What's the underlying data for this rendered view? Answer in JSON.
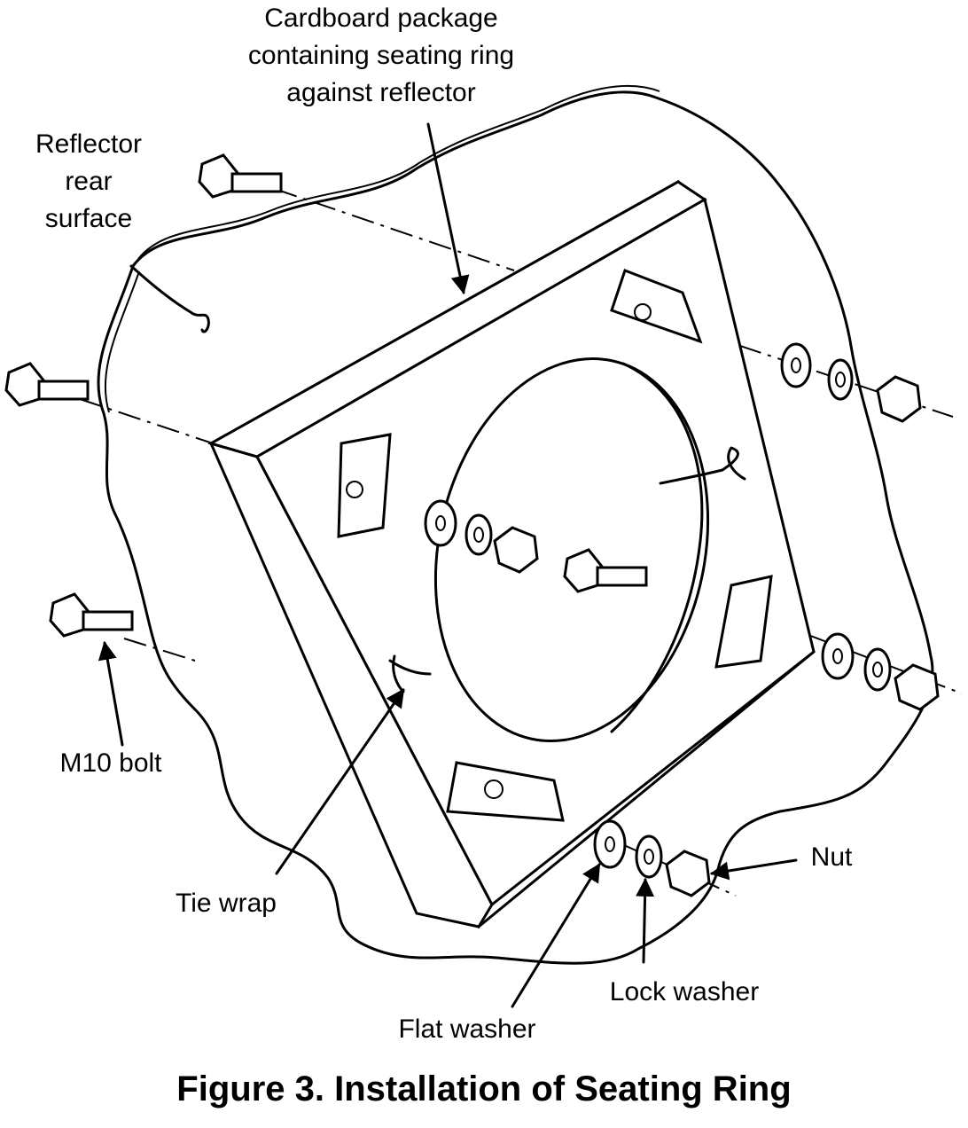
{
  "figure": {
    "caption": "Figure 3. Installation of Seating Ring",
    "labels": {
      "cardboard": [
        "Cardboard package",
        "containing seating ring",
        "against reflector"
      ],
      "reflector": [
        "Reflector",
        "rear",
        "surface"
      ],
      "m10_bolt": "M10 bolt",
      "tie_wrap": "Tie wrap",
      "flat_washer": "Flat washer",
      "lock_washer": "Lock washer",
      "nut": "Nut"
    }
  }
}
